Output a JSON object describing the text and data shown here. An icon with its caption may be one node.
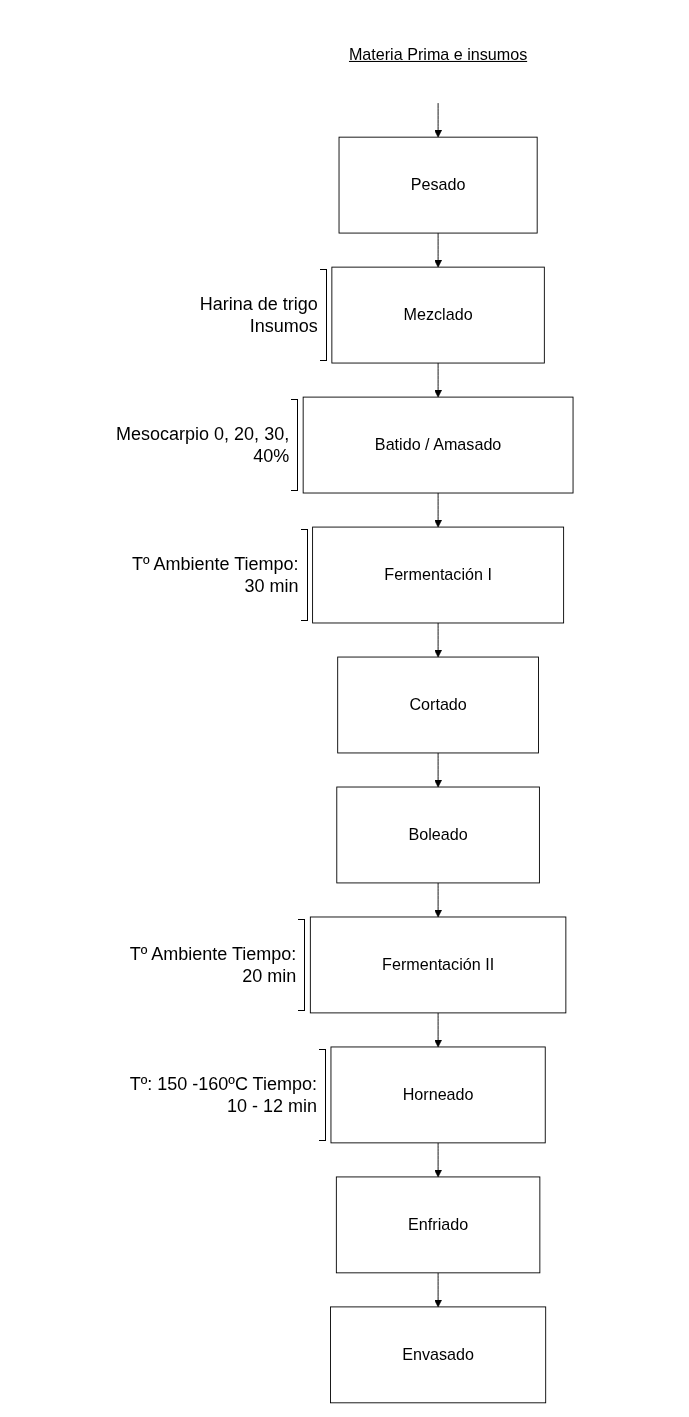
{
  "diagram": {
    "nodes": [
      {
        "text": [
          "Materia Prima e insumos"
        ]
      },
      {
        "text": [
          "Pesado"
        ]
      },
      {
        "text": [
          "Mezclado"
        ],
        "beside": [
          "Harina de trigo Insumos"
        ]
      },
      {
        "text": [
          "Batido / Amasado"
        ],
        "beside": [
          "Mesocarpio 0, 20, 30, 40%"
        ]
      },
      {
        "text": [
          "Fermentación I"
        ],
        "beside": [
          "Tº Ambiente Tiempo: 30 min"
        ]
      },
      {
        "text": [
          "Cortado"
        ]
      },
      {
        "text": [
          "Boleado"
        ]
      },
      {
        "text": [
          "Fermentación II"
        ],
        "beside": [
          "Tº Ambiente Tiempo: 20 min"
        ]
      },
      {
        "text": [
          "Horneado"
        ],
        "beside": [
          "Tº: 150 -160ºC Tiempo: 10 - 12 min"
        ]
      },
      {
        "text": [
          "Enfriado"
        ]
      },
      {
        "text": [
          "Envasado"
        ]
      }
    ],
    "edges": [
      {
        "from": 0,
        "to": 1,
        "arrow": "to"
      },
      {
        "from": 1,
        "to": 2,
        "arrow": "to"
      },
      {
        "from": 2,
        "to": 3,
        "arrow": "to"
      },
      {
        "from": 3,
        "to": 4,
        "arrow": "to"
      },
      {
        "from": 4,
        "to": 5,
        "arrow": "to"
      },
      {
        "from": 5,
        "to": 6,
        "arrow": "to"
      },
      {
        "from": 6,
        "to": 7,
        "arrow": "to"
      },
      {
        "from": 7,
        "to": 8,
        "arrow": "to"
      },
      {
        "from": 8,
        "to": 9,
        "arrow": "to"
      },
      {
        "from": 9,
        "to": 10,
        "arrow": "to"
      }
    ]
  }
}
